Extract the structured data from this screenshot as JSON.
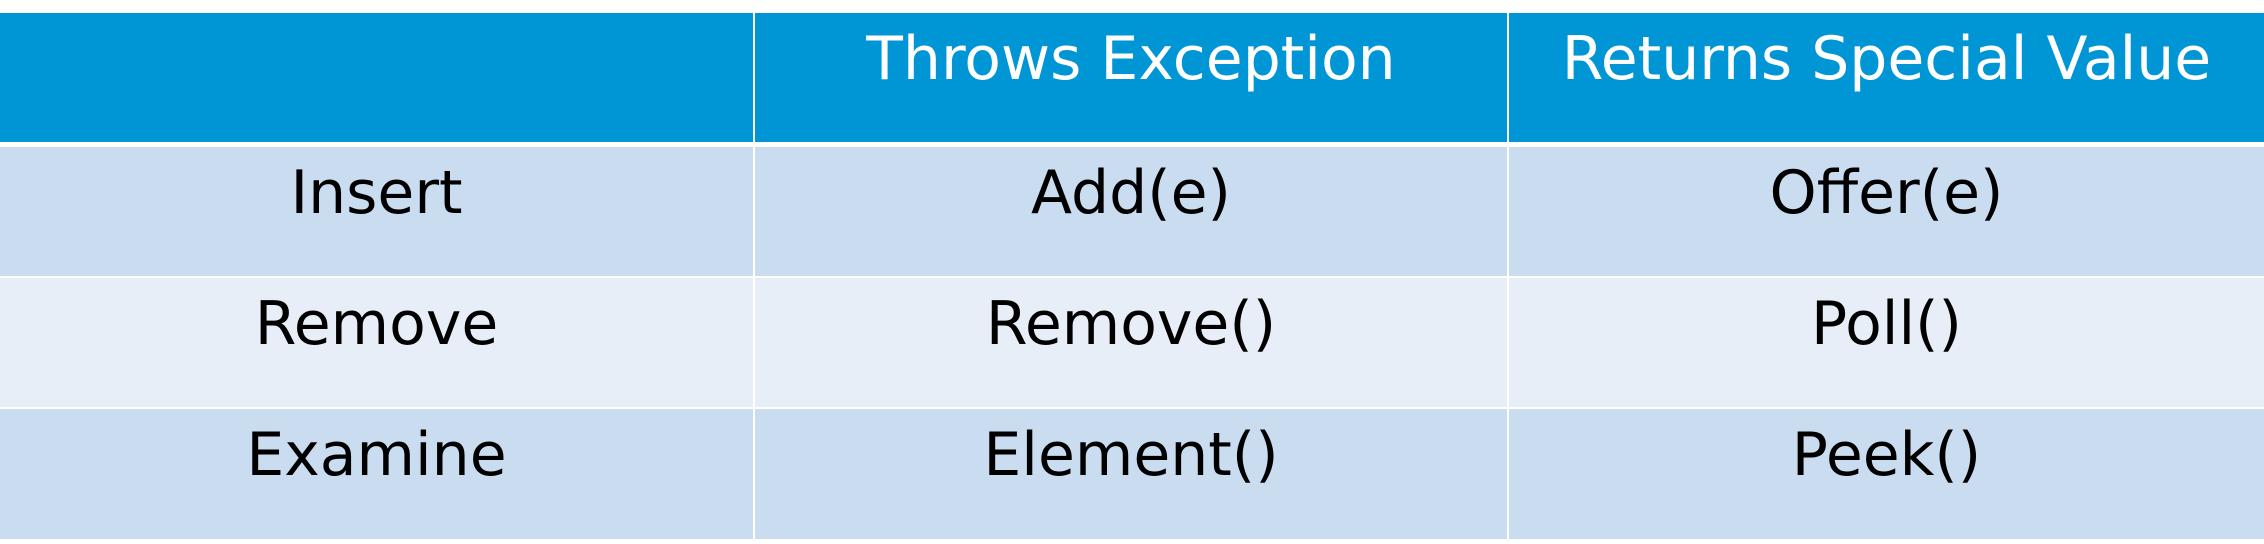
{
  "table": {
    "headers": [
      "",
      "Throws Exception",
      "Returns Special Value"
    ],
    "rows": [
      [
        "Insert",
        "Add(e)",
        "Offer(e)"
      ],
      [
        "Remove",
        "Remove()",
        "Poll()"
      ],
      [
        "Examine",
        "Element()",
        "Peek()"
      ]
    ]
  },
  "colors": {
    "header_bg": "#0096d6",
    "header_text": "#ffffff",
    "row_odd_bg": "#cadcf0",
    "row_even_bg": "#e7eef8",
    "cell_text": "#000000"
  }
}
